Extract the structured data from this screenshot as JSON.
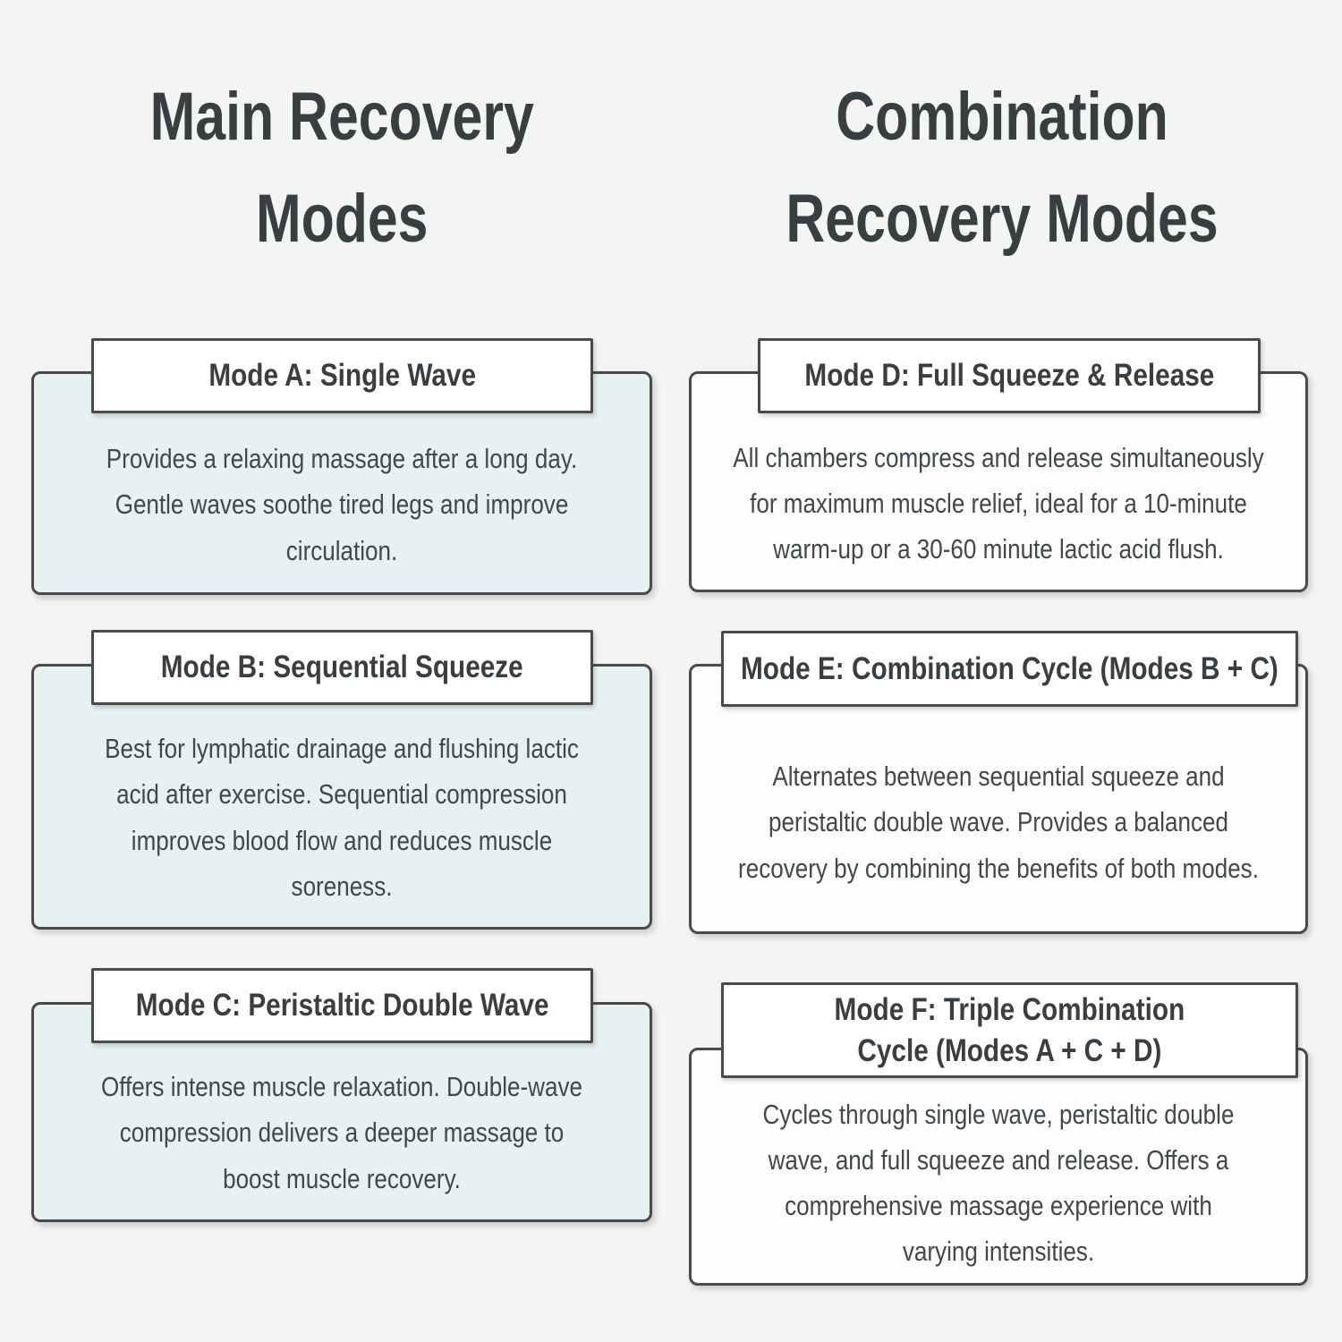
{
  "colors": {
    "background": "#f3f4f4",
    "border": "#4a4a4a",
    "left_card_fill": "#e7f1f2",
    "right_card_fill": "#fdfdfe",
    "title_fill": "#ffffff",
    "heading_text": "#3a3e40",
    "body_text": "#42474a"
  },
  "columns": [
    {
      "header": "Main Recovery\nModes",
      "modes": [
        {
          "title": "Mode A: Single Wave",
          "description": "Provides a relaxing massage after a long day.\nGentle waves soothe tired legs and improve\ncirculation."
        },
        {
          "title": "Mode B: Sequential Squeeze",
          "description": "Best for lymphatic drainage and flushing lactic\nacid after exercise. Sequential compression\nimproves blood flow and reduces muscle\nsoreness."
        },
        {
          "title": "Mode C: Peristaltic Double Wave",
          "description": "Offers intense muscle relaxation. Double-wave\ncompression delivers a deeper massage to\nboost muscle recovery."
        }
      ]
    },
    {
      "header": "Combination\nRecovery Modes",
      "modes": [
        {
          "title": "Mode D: Full Squeeze & Release",
          "description": "All chambers compress and release simultaneously\nfor maximum muscle relief, ideal for a 10-minute\nwarm-up or a 30-60 minute lactic acid flush."
        },
        {
          "title": "Mode E: Combination Cycle (Modes B + C)",
          "description": "Alternates between sequential squeeze and\nperistaltic double wave. Provides a balanced\nrecovery by combining the benefits of both modes."
        },
        {
          "title": "Mode F: Triple Combination\nCycle (Modes A + C + D)",
          "description": "Cycles through single wave, peristaltic double\nwave, and full squeeze and release. Offers a\ncomprehensive massage experience with\nvarying intensities."
        }
      ]
    }
  ]
}
